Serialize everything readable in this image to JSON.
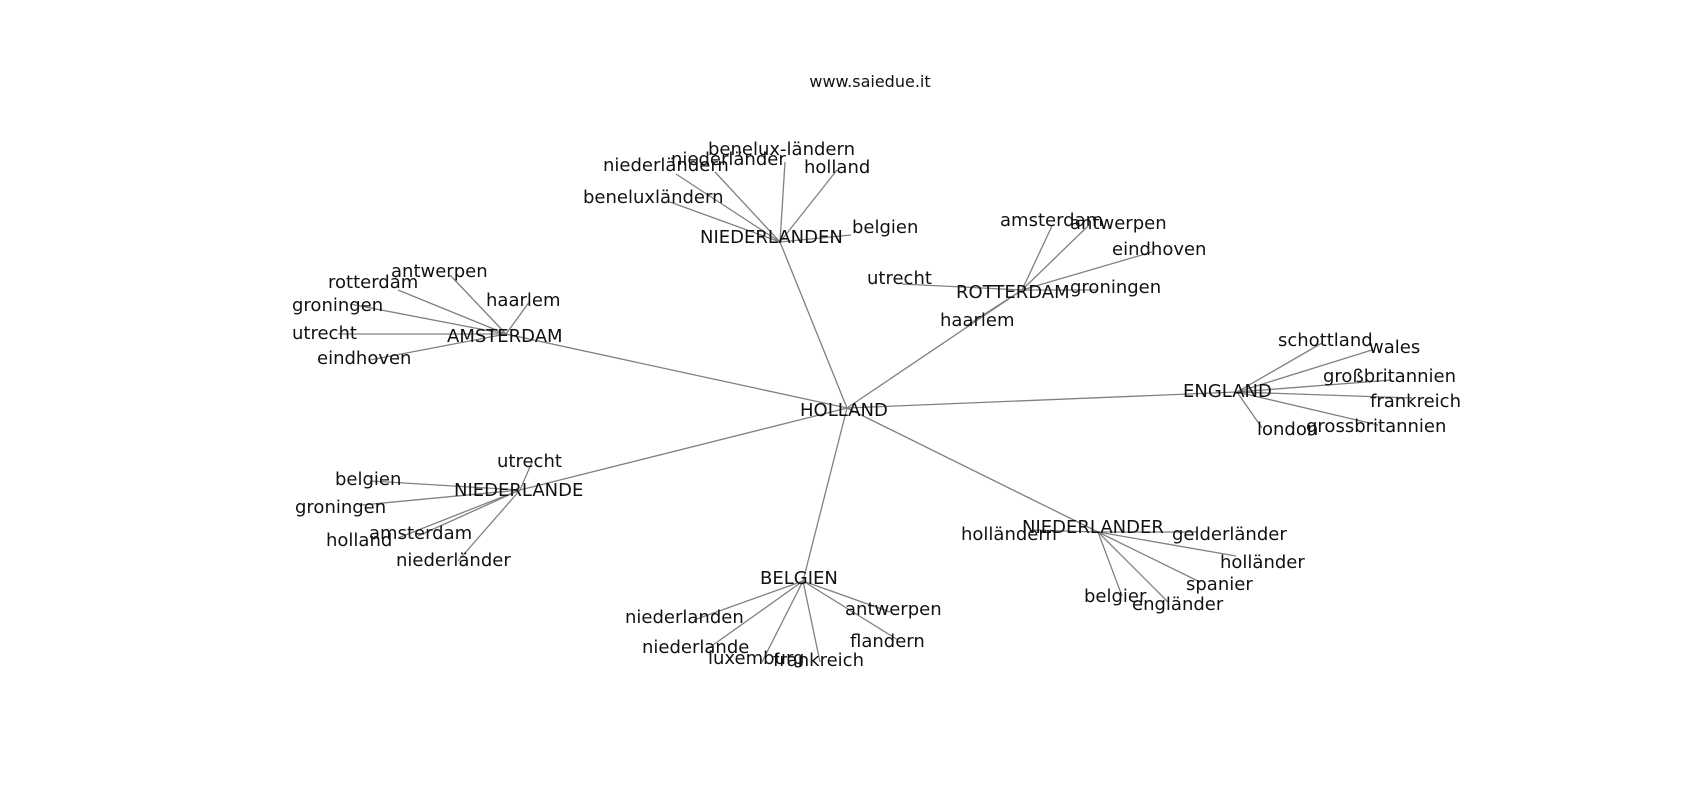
{
  "caption": "www.saiedue.it",
  "graph": {
    "root": "HOLLAND",
    "clusters": [
      {
        "hub": "NIEDERLANDEN",
        "terms": [
          "benelux-ländern",
          "niederländer",
          "niederländern",
          "holland",
          "beneluxländern",
          "belgien"
        ]
      },
      {
        "hub": "ROTTERDAM",
        "terms": [
          "amsterdam",
          "antwerpen",
          "eindhoven",
          "utrecht",
          "groningen",
          "haarlem"
        ]
      },
      {
        "hub": "AMSTERDAM",
        "terms": [
          "antwerpen",
          "rotterdam",
          "haarlem",
          "groningen",
          "utrecht",
          "eindhoven"
        ]
      },
      {
        "hub": "ENGLAND",
        "terms": [
          "schottland",
          "wales",
          "großbritannien",
          "frankreich",
          "london",
          "grossbritannien"
        ]
      },
      {
        "hub": "NIEDERLANDE",
        "terms": [
          "utrecht",
          "belgien",
          "groningen",
          "amsterdam",
          "holland",
          "niederländer"
        ]
      },
      {
        "hub": "NIEDERLANDER",
        "terms": [
          "holländern",
          "gelderländer",
          "holländer",
          "spanier",
          "belgier",
          "engländer"
        ]
      },
      {
        "hub": "BELGIEN",
        "terms": [
          "niederlanden",
          "antwerpen",
          "flandern",
          "niederlande",
          "luxemburg",
          "frankreich"
        ]
      }
    ]
  }
}
